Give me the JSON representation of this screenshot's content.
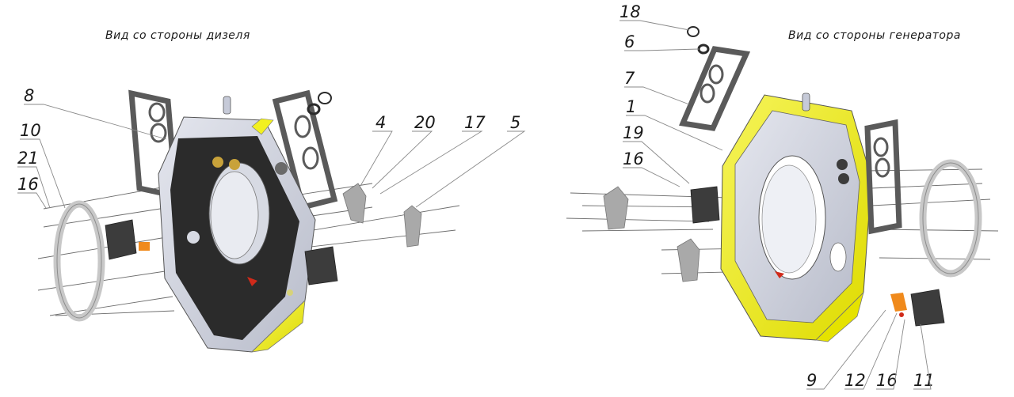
{
  "views": {
    "diesel_side": "Вид со стороны дизеля",
    "generator_side": "Вид со стороны генератора"
  },
  "callouts": {
    "left": {
      "p8": "8",
      "p10": "10",
      "p21": "21",
      "p16": "16",
      "p4": "4",
      "p20": "20",
      "p17": "17",
      "p5": "5"
    },
    "right": {
      "p18": "18",
      "p6": "6",
      "p7": "7",
      "p1": "1",
      "p19": "19",
      "p16": "16",
      "p9": "9",
      "p12": "12",
      "p16b": "16",
      "p11": "11"
    }
  },
  "colors": {
    "housing_gray": "#c6cad8",
    "housing_dark": "#2b2b2b",
    "housing_yellow": "#f2f020",
    "gasket": "#5a5a5a",
    "cover": "#a9a9a9",
    "cover_dark": "#3c3c3c",
    "accent_orange": "#f08a1c",
    "accent_red": "#d02a1a"
  },
  "icons": {
    "diesel_housing": "flywheel-housing-diesel-side-icon",
    "generator_housing": "flywheel-housing-generator-side-icon"
  }
}
